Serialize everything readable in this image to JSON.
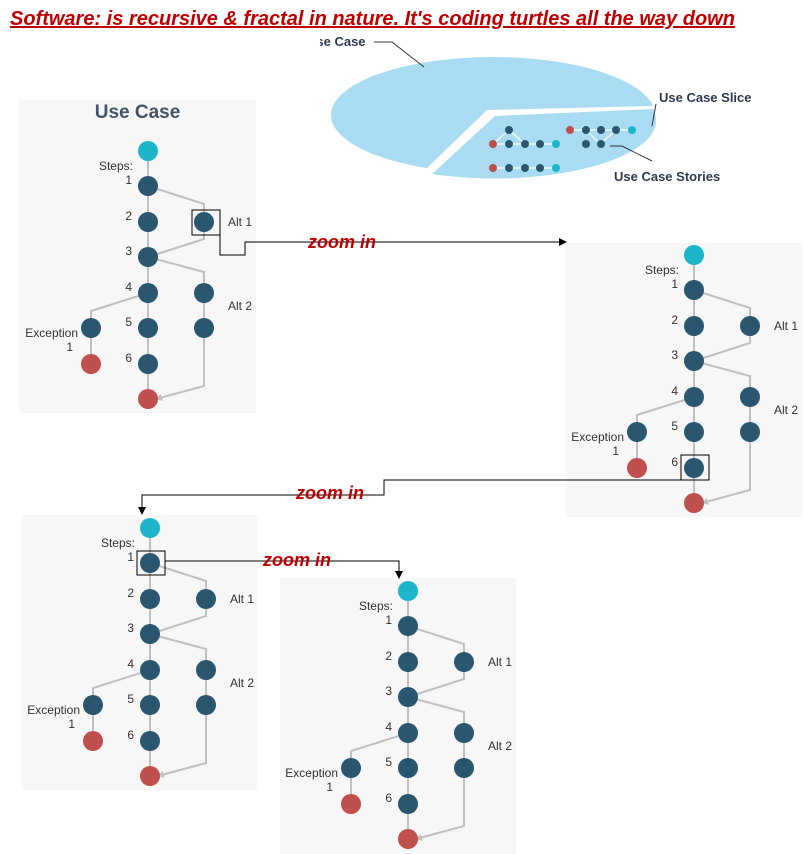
{
  "page": {
    "title": "Software: is recursive & fractal in nature. It's coding turtles all the way down"
  },
  "pie": {
    "use_case_label": "Use Case",
    "slice_label": "Use Case Slice",
    "stories_label": "Use Case Stories"
  },
  "diagram_labels": {
    "heading": "Use Case",
    "steps": "Steps:",
    "step_numbers": [
      "1",
      "2",
      "3",
      "4",
      "5",
      "6"
    ],
    "alt_1": "Alt 1",
    "alt_2": "Alt 2",
    "exception_line1": "Exception",
    "exception_line2": "1"
  },
  "zoom": {
    "label": "zoom in"
  },
  "colors": {
    "node_start": "#1cb5c9",
    "node_step": "#2a5670",
    "node_end": "#c0504d",
    "pie_fill": "#a9dcf2",
    "connector": "#c0c0c0",
    "title_red": "#c00000"
  }
}
